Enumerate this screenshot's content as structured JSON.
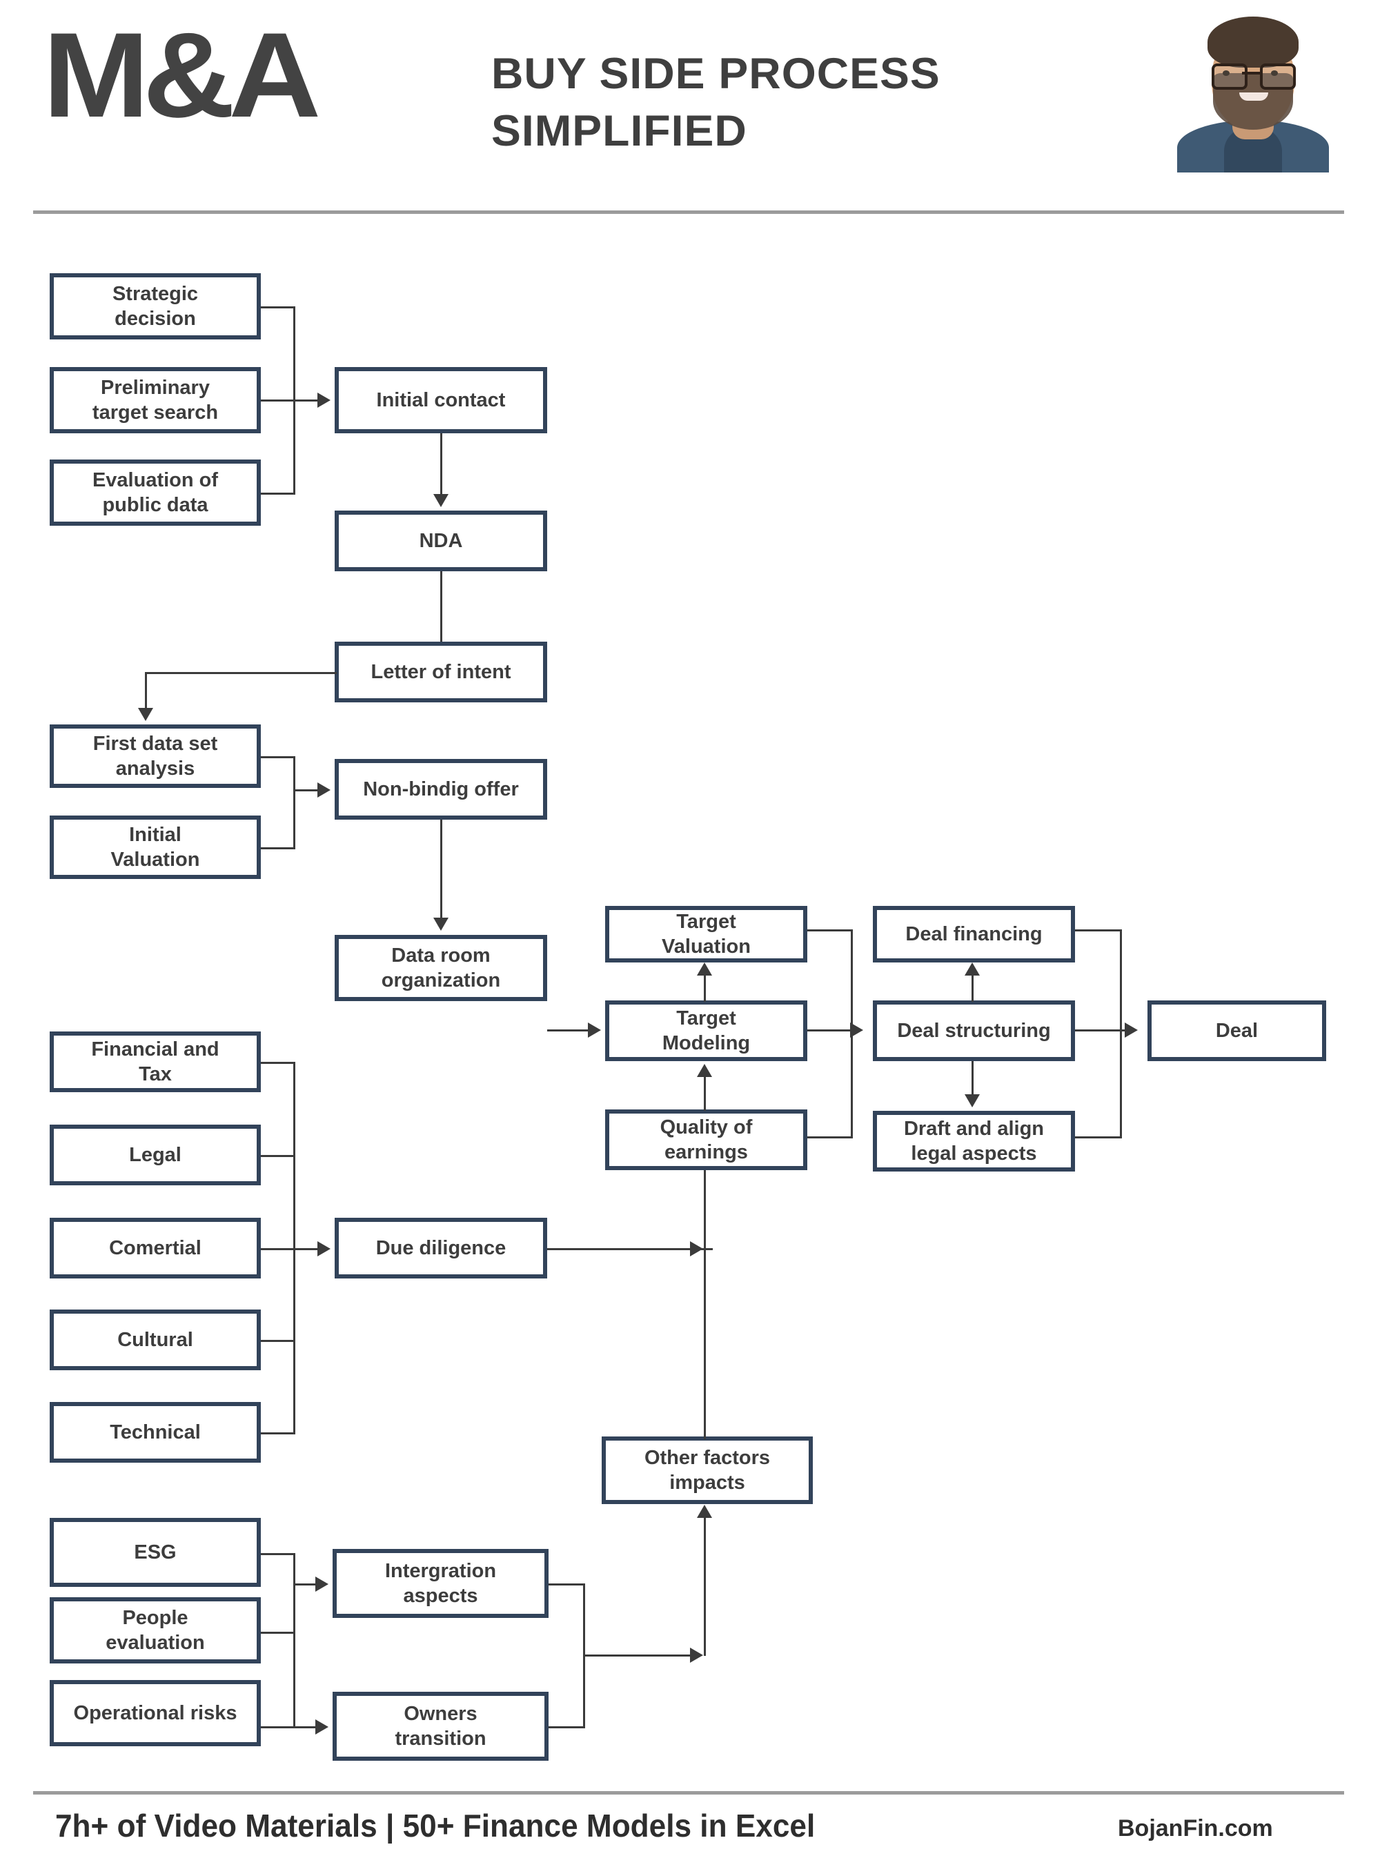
{
  "header": {
    "logo": "M&A",
    "title_line1": "BUY SIDE PROCESS",
    "title_line2": "SIMPLIFIED",
    "avatar_alt": "portrait-photo"
  },
  "footer": {
    "left": "7h+ of Video Materials | 50+ Finance Models in Excel",
    "right": "BojanFin.com"
  },
  "colors": {
    "node_border": "#32435a",
    "node_fill": "#ffffff",
    "connector": "#3b3b3b",
    "rule": "#9b9b9b",
    "logo_text": "#434343"
  },
  "diagram": {
    "type": "flowchart",
    "title": "M&A Buy Side Process Simplified",
    "nodes": [
      {
        "id": "strategic-decision",
        "label": "Strategic\ndecision"
      },
      {
        "id": "preliminary-target-search",
        "label": "Preliminary\ntarget search"
      },
      {
        "id": "evaluation-public-data",
        "label": "Evaluation of\npublic data"
      },
      {
        "id": "initial-contact",
        "label": "Initial contact"
      },
      {
        "id": "nda",
        "label": "NDA"
      },
      {
        "id": "letter-of-intent",
        "label": "Letter of intent"
      },
      {
        "id": "first-data-set-analysis",
        "label": "First data set\nanalysis"
      },
      {
        "id": "initial-valuation",
        "label": "Initial\nValuation"
      },
      {
        "id": "non-bindig-offer",
        "label": "Non-bindig offer"
      },
      {
        "id": "data-room-organization",
        "label": "Data room\norganization"
      },
      {
        "id": "target-valuation",
        "label": "Target\nValuation"
      },
      {
        "id": "target-modeling",
        "label": "Target\nModeling"
      },
      {
        "id": "quality-of-earnings",
        "label": "Quality of\nearnings"
      },
      {
        "id": "deal-financing",
        "label": "Deal financing"
      },
      {
        "id": "deal-structuring",
        "label": "Deal structuring"
      },
      {
        "id": "draft-align-legal",
        "label": "Draft and align\nlegal aspects"
      },
      {
        "id": "deal",
        "label": "Deal"
      },
      {
        "id": "financial-and-tax",
        "label": "Financial and\nTax"
      },
      {
        "id": "legal",
        "label": "Legal"
      },
      {
        "id": "comertial",
        "label": "Comertial"
      },
      {
        "id": "cultural",
        "label": "Cultural"
      },
      {
        "id": "technical",
        "label": "Technical"
      },
      {
        "id": "due-diligence",
        "label": "Due diligence"
      },
      {
        "id": "other-factors-impacts",
        "label": "Other factors\nimpacts"
      },
      {
        "id": "esg",
        "label": "ESG"
      },
      {
        "id": "people-evaluation",
        "label": "People\nevaluation"
      },
      {
        "id": "operational-risks",
        "label": "Operational risks"
      },
      {
        "id": "intergration-aspects",
        "label": "Intergration\naspects"
      },
      {
        "id": "owners-transition",
        "label": "Owners\ntransition"
      }
    ],
    "edges": [
      {
        "from": "strategic-decision",
        "to": "initial-contact"
      },
      {
        "from": "preliminary-target-search",
        "to": "initial-contact"
      },
      {
        "from": "evaluation-public-data",
        "to": "initial-contact"
      },
      {
        "from": "initial-contact",
        "to": "nda"
      },
      {
        "from": "nda",
        "to": "letter-of-intent"
      },
      {
        "from": "letter-of-intent",
        "to": "first-data-set-analysis"
      },
      {
        "from": "first-data-set-analysis",
        "to": "non-bindig-offer"
      },
      {
        "from": "initial-valuation",
        "to": "non-bindig-offer"
      },
      {
        "from": "non-bindig-offer",
        "to": "data-room-organization"
      },
      {
        "from": "data-room-organization",
        "to": "target-modeling"
      },
      {
        "from": "target-modeling",
        "to": "target-valuation"
      },
      {
        "from": "target-modeling",
        "to": "deal-structuring"
      },
      {
        "from": "target-valuation",
        "to": "deal-structuring"
      },
      {
        "from": "quality-of-earnings",
        "to": "target-modeling"
      },
      {
        "from": "deal-structuring",
        "to": "deal-financing"
      },
      {
        "from": "deal-structuring",
        "to": "draft-align-legal"
      },
      {
        "from": "deal-structuring",
        "to": "deal"
      },
      {
        "from": "deal-financing",
        "to": "deal"
      },
      {
        "from": "draft-align-legal",
        "to": "deal"
      },
      {
        "from": "financial-and-tax",
        "to": "due-diligence"
      },
      {
        "from": "legal",
        "to": "due-diligence"
      },
      {
        "from": "comertial",
        "to": "due-diligence"
      },
      {
        "from": "cultural",
        "to": "due-diligence"
      },
      {
        "from": "technical",
        "to": "due-diligence"
      },
      {
        "from": "due-diligence",
        "to": "quality-of-earnings"
      },
      {
        "from": "other-factors-impacts",
        "to": "quality-of-earnings"
      },
      {
        "from": "esg",
        "to": "intergration-aspects"
      },
      {
        "from": "people-evaluation",
        "to": "intergration-aspects"
      },
      {
        "from": "operational-risks",
        "to": "owners-transition"
      },
      {
        "from": "intergration-aspects",
        "to": "other-factors-impacts"
      },
      {
        "from": "owners-transition",
        "to": "other-factors-impacts"
      }
    ]
  }
}
